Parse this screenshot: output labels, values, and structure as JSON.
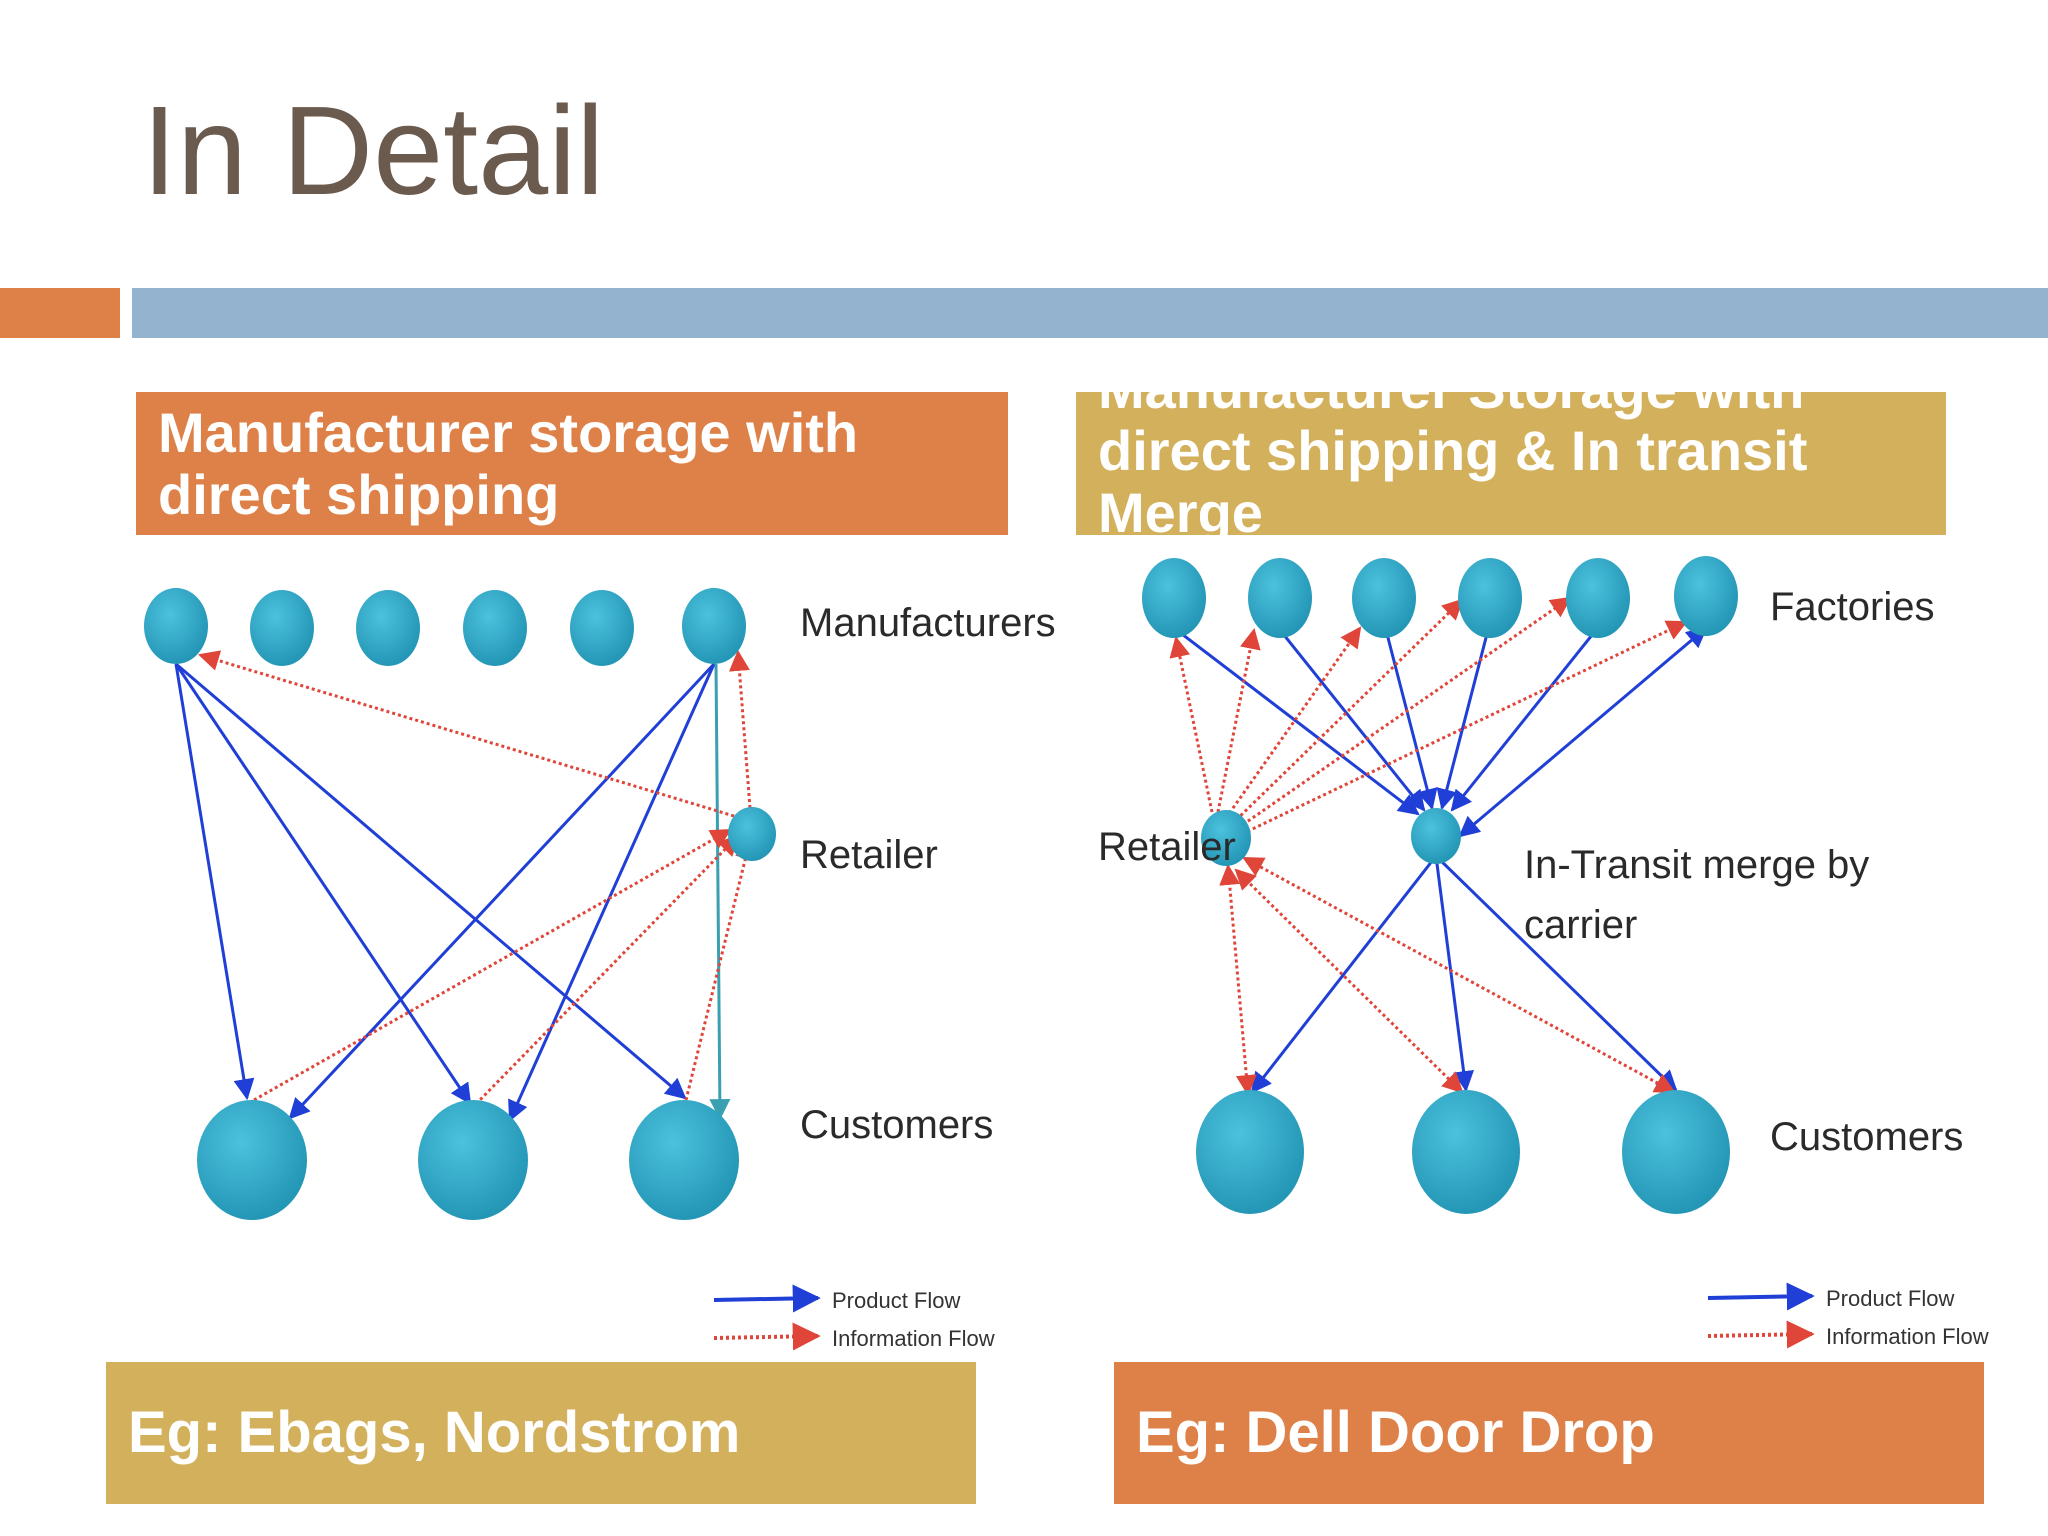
{
  "slide": {
    "title": "In Detail"
  },
  "colors": {
    "title_text": "#6b5a4e",
    "orange": "#de8148",
    "gold": "#d3b05c",
    "blue_bar": "#94b3cf",
    "node": "#2fa8c7",
    "product_flow": "#1f3fd6",
    "information_flow": "#e0453a"
  },
  "left_panel": {
    "header": "Manufacturer storage with direct shipping",
    "footer": "Eg: Ebags, Nordstrom",
    "labels": {
      "manufacturers": "Manufacturers",
      "retailer": "Retailer",
      "customers": "Customers"
    },
    "legend": {
      "product_flow": "Product Flow",
      "information_flow": "Information Flow"
    }
  },
  "right_panel": {
    "header": "Manufacturer Storage with direct shipping &  In transit Merge",
    "footer": "Eg: Dell Door Drop",
    "labels": {
      "factories": "Factories",
      "retailer": "Retailer",
      "merge_line1": "In-Transit merge by",
      "merge_line2": "carrier",
      "customers": "Customers"
    },
    "legend": {
      "product_flow": "Product Flow",
      "information_flow": "Information Flow"
    }
  }
}
